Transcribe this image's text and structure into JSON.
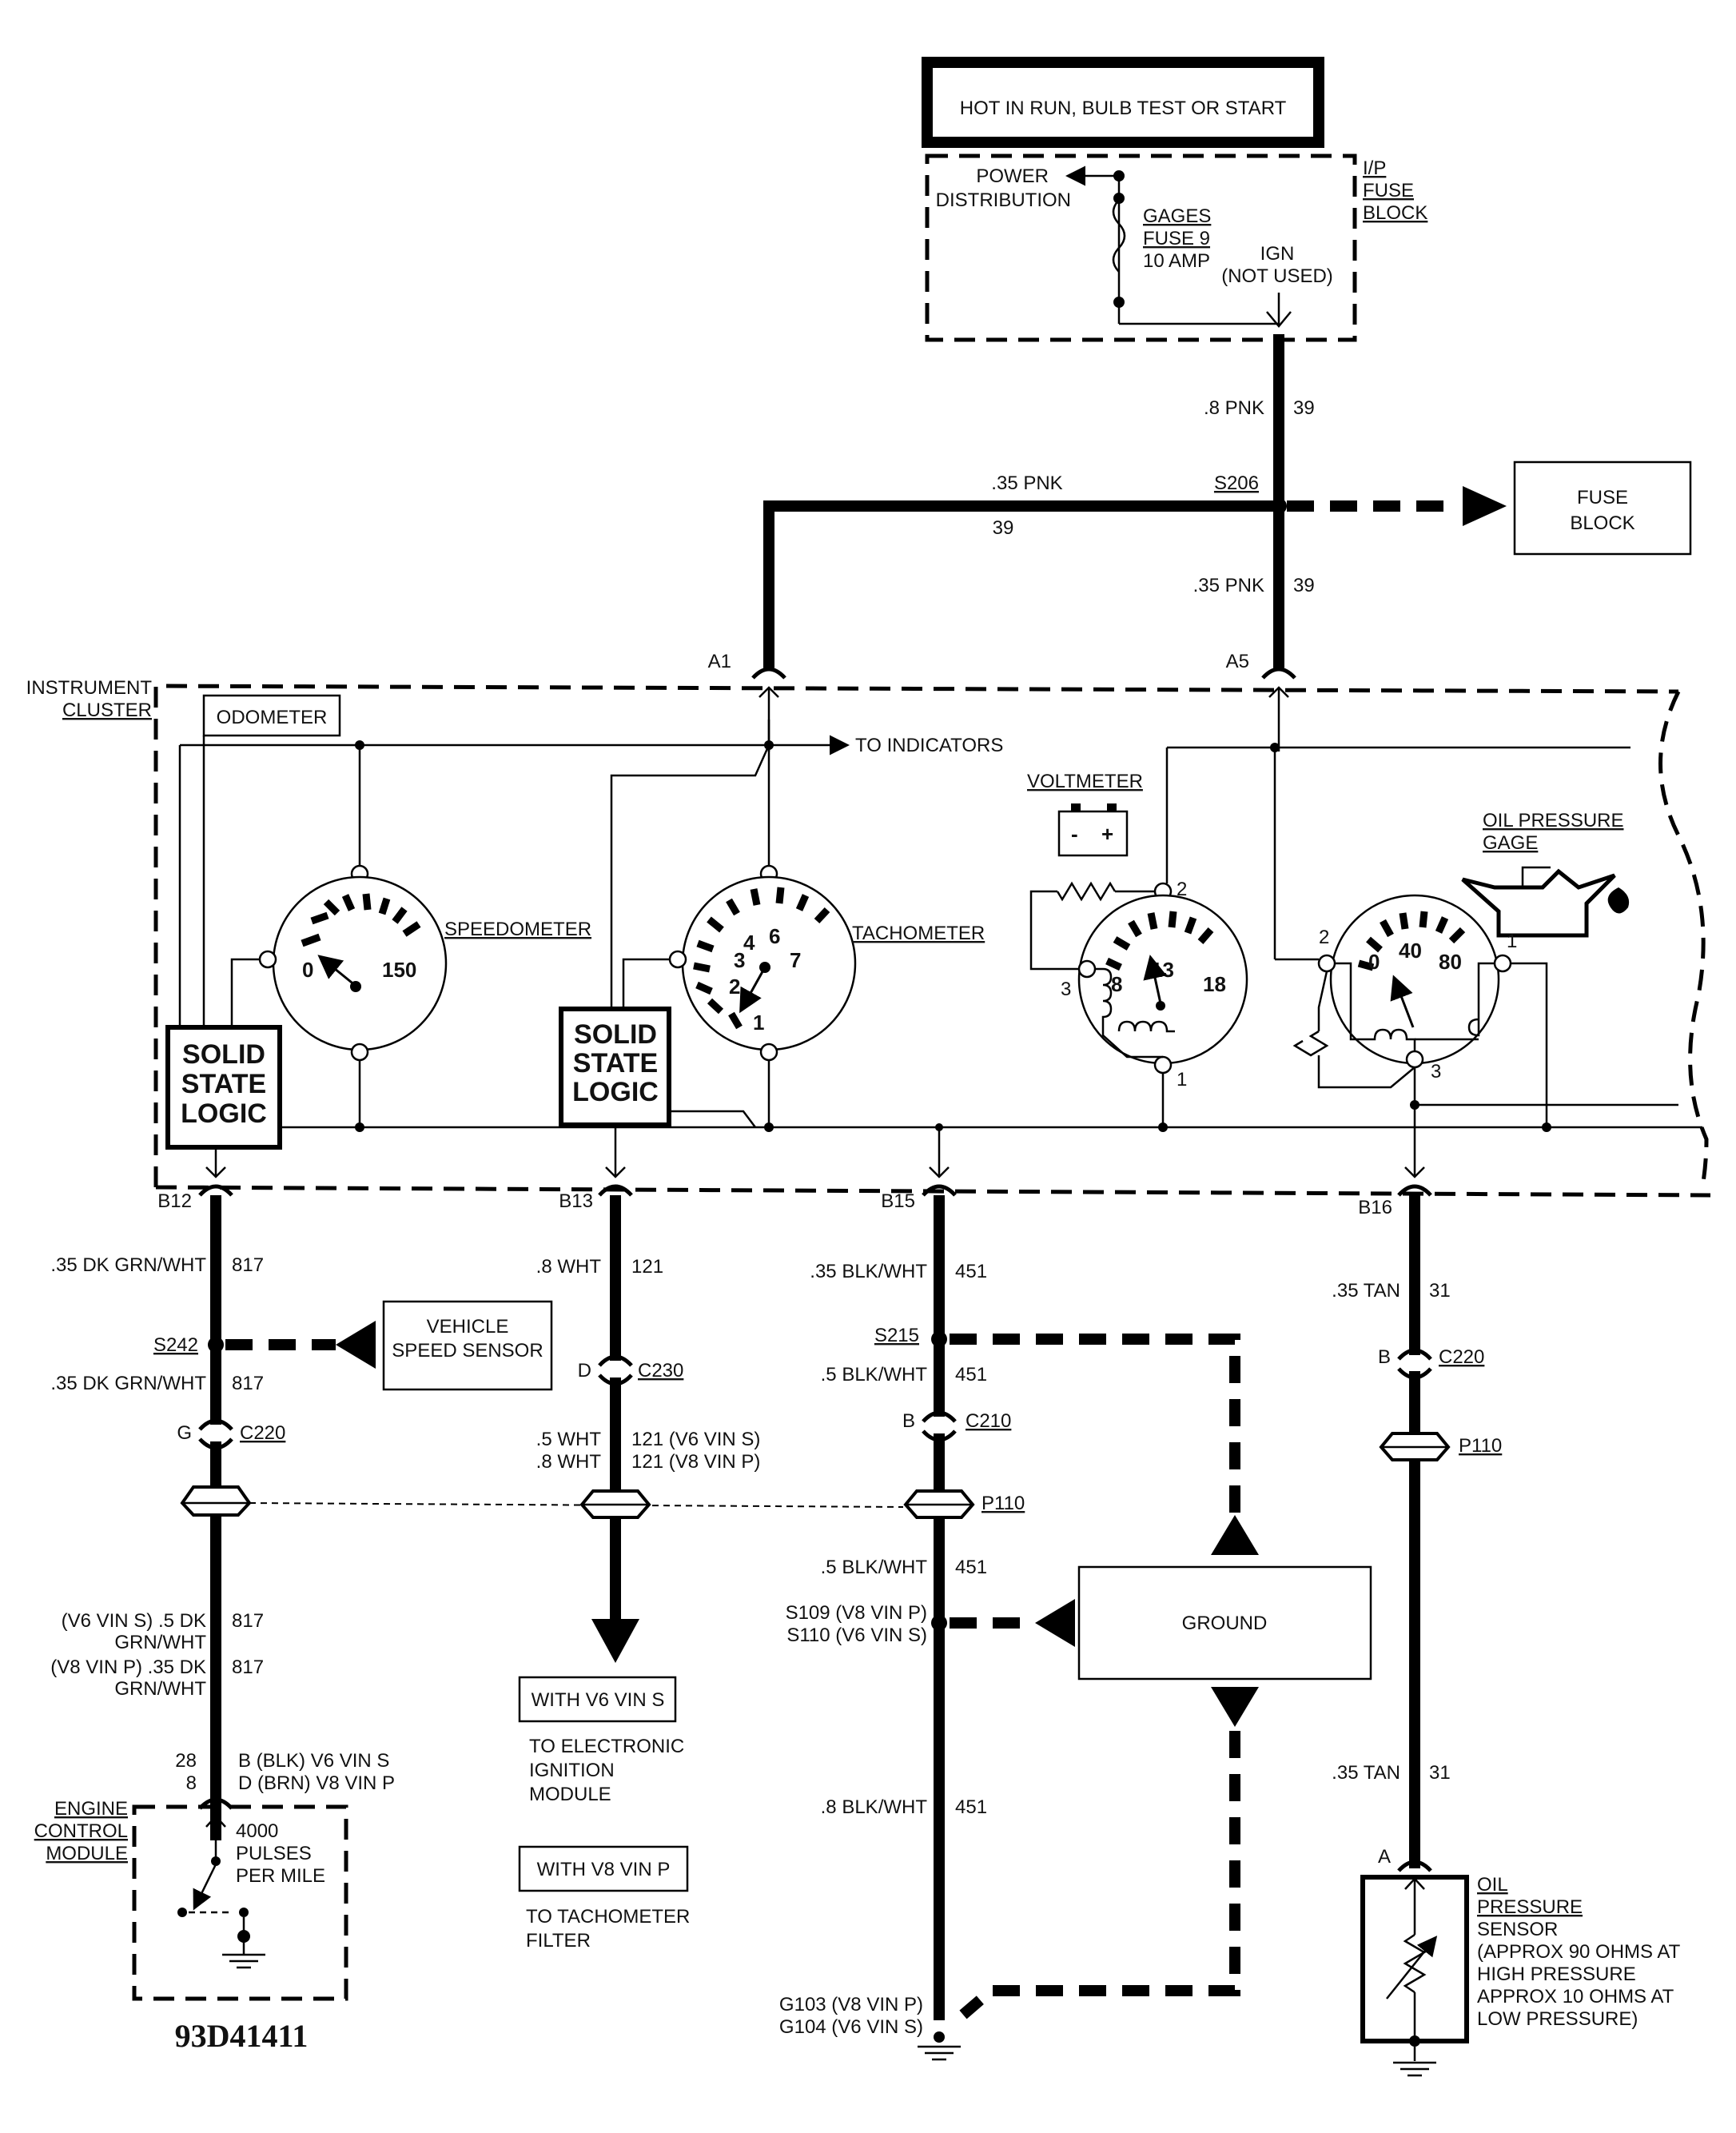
{
  "header_box": "HOT IN RUN, BULB TEST OR START",
  "fuse_block": {
    "label": [
      "I/P",
      "FUSE",
      "BLOCK"
    ],
    "power_distribution": [
      "POWER",
      "DISTRIBUTION"
    ],
    "fuse": [
      "GAGES",
      "FUSE 9",
      "10 AMP"
    ],
    "ign": [
      "IGN",
      "(NOT USED)"
    ]
  },
  "wires_top": {
    "w1": ".8 PNK",
    "w1_num": "39",
    "w2": ".35 PNK",
    "w2_num": "39",
    "w3": ".35 PNK",
    "w3_num": "39",
    "splice": "S206",
    "fuse_block_box": [
      "FUSE",
      "BLOCK"
    ],
    "conn_a1": "A1",
    "conn_a5": "A5"
  },
  "cluster": {
    "label": [
      "INSTRUMENT",
      "CLUSTER"
    ],
    "odometer": "ODOMETER",
    "to_indicators": "TO INDICATORS",
    "speedometer": "SPEEDOMETER",
    "speedo_min": "0",
    "speedo_max": "150",
    "tachometer": "TACHOMETER",
    "tach_ticks": [
      "1",
      "2",
      "3",
      "4",
      "6",
      "7"
    ],
    "logic1": [
      "SOLID",
      "STATE",
      "LOGIC"
    ],
    "logic2": [
      "SOLID",
      "STATE",
      "LOGIC"
    ],
    "voltmeter": "VOLTMETER",
    "volt_ticks": [
      "8",
      "13",
      "18"
    ],
    "volt_pins": [
      "2",
      "3",
      "1"
    ],
    "oil_gage": [
      "OIL PRESSURE",
      "GAGE"
    ],
    "oil_ticks": [
      "0",
      "40",
      "80"
    ],
    "oil_pins": [
      "2",
      "1",
      "3"
    ]
  },
  "circuits": {
    "b12": "B12",
    "b13": "B13",
    "b15": "B15",
    "b16": "B16",
    "c817_a": ".35 DK GRN/WHT",
    "c817_a_num": "817",
    "s242": "S242",
    "vss": [
      "VEHICLE",
      "SPEED SENSOR"
    ],
    "c817_b": ".35 DK GRN/WHT",
    "c817_b_num": "817",
    "g_c220": "G",
    "c220": "C220",
    "v6_817": "(V6  VIN S)  .5 DK",
    "v6_817_num": "817",
    "grnwht1": "GRN/WHT",
    "v8_817": "(V8  VIN P)  .35 DK",
    "v8_817_num": "817",
    "grnwht2": "GRN/WHT",
    "pins_28": "28",
    "pins_8": "8",
    "pin_b": "B  (BLK)  V6  VIN S",
    "pin_d": "D  (BRN)  V8  VIN P",
    "ecm": [
      "ENGINE",
      "CONTROL",
      "MODULE"
    ],
    "pulses": [
      "4000",
      "PULSES",
      "PER MILE"
    ],
    "c121": ".8 WHT",
    "c121_num": "121",
    "d_c230": "D",
    "c230": "C230",
    "c121_v6": ".5 WHT",
    "c121_v6_num": "121  (V6  VIN S)",
    "c121_v8": ".8 WHT",
    "c121_v8_num": "121  (V8  VIN P)",
    "with_v6": "WITH V6  VIN S",
    "to_eim": [
      "TO ELECTRONIC",
      "IGNITION",
      "MODULE"
    ],
    "with_v8": "WITH V8  VIN P",
    "to_tach": [
      "TO TACHOMETER",
      "FILTER"
    ],
    "c451_a": ".35 BLK/WHT",
    "c451_a_num": "451",
    "s215": "S215",
    "c451_b": ".5 BLK/WHT",
    "c451_b_num": "451",
    "b_c210": "B",
    "c210": "C210",
    "p110": "P110",
    "c451_c": ".5 BLK/WHT",
    "c451_c_num": "451",
    "s109": "S109  (V8  VIN P)",
    "s110": "S110  (V6  VIN S)",
    "ground": "GROUND",
    "c451_d": ".8 BLK/WHT",
    "c451_d_num": "451",
    "g103": "G103  (V8  VIN P)",
    "g104": "G104  (V6  VIN S)",
    "c31_a": ".35 TAN",
    "c31_a_num": "31",
    "b_c220": "B",
    "c220b": "C220",
    "p110b": "P110",
    "c31_b": ".35 TAN",
    "c31_b_num": "31",
    "conn_a": "A",
    "oil_sensor": [
      "OIL",
      "PRESSURE",
      "SENSOR",
      "(APPROX 90 OHMS AT",
      "HIGH PRESSURE",
      "APPROX 10 OHMS AT",
      "LOW PRESSURE)"
    ]
  },
  "diagram_code": "93D41411"
}
